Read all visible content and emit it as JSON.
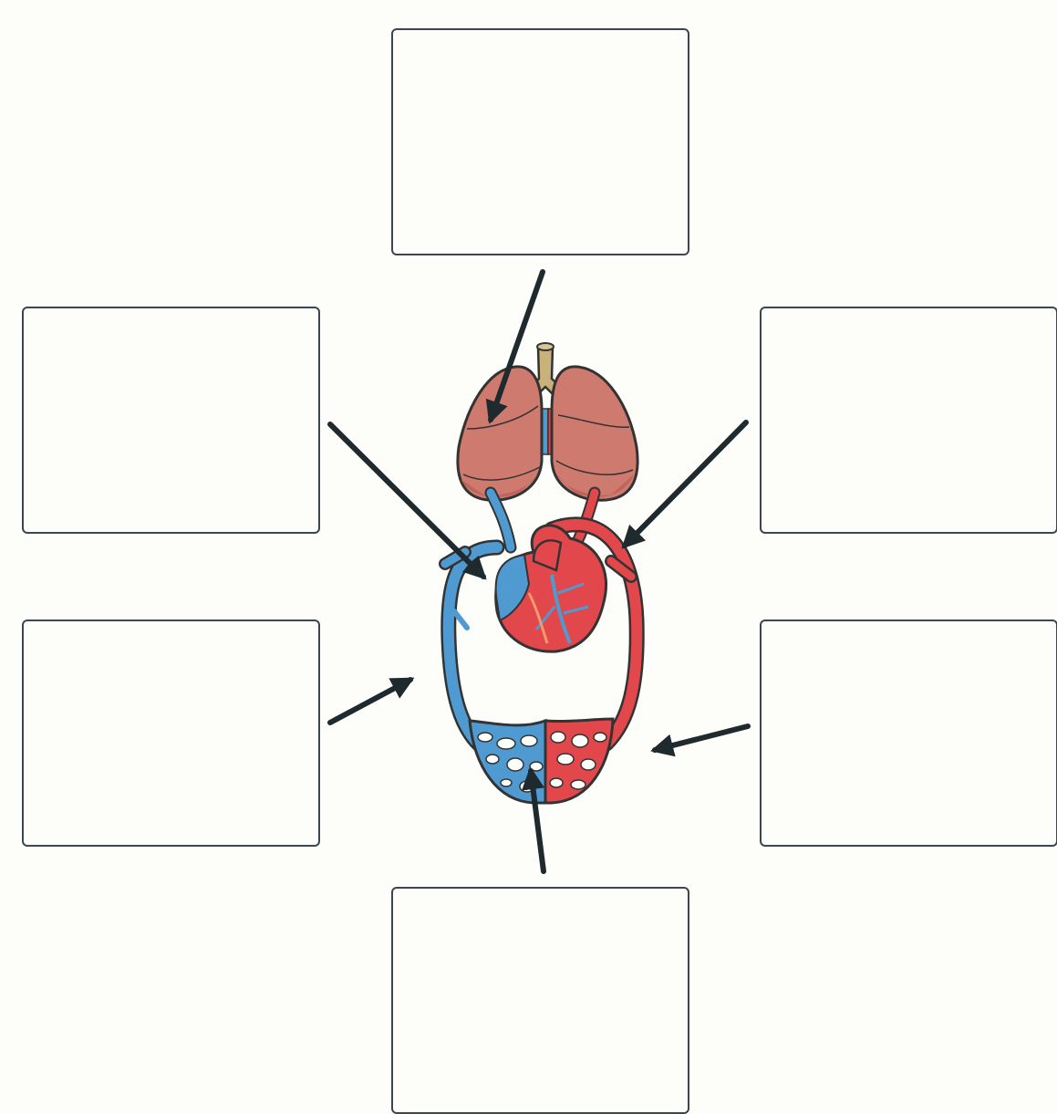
{
  "diagram": {
    "label_boxes": [
      {
        "id": "top",
        "text": ""
      },
      {
        "id": "left-upper",
        "text": ""
      },
      {
        "id": "right-upper",
        "text": ""
      },
      {
        "id": "left-lower",
        "text": ""
      },
      {
        "id": "right-lower",
        "text": ""
      },
      {
        "id": "bottom",
        "text": ""
      }
    ],
    "colors": {
      "deoxygenated_blood": "#4f9bd1",
      "oxygenated_blood": "#e2484b",
      "lung": "#cf7a6f",
      "trachea": "#c9b27a",
      "arrow": "#1e2a2e",
      "box_border": "#3b4650"
    }
  }
}
